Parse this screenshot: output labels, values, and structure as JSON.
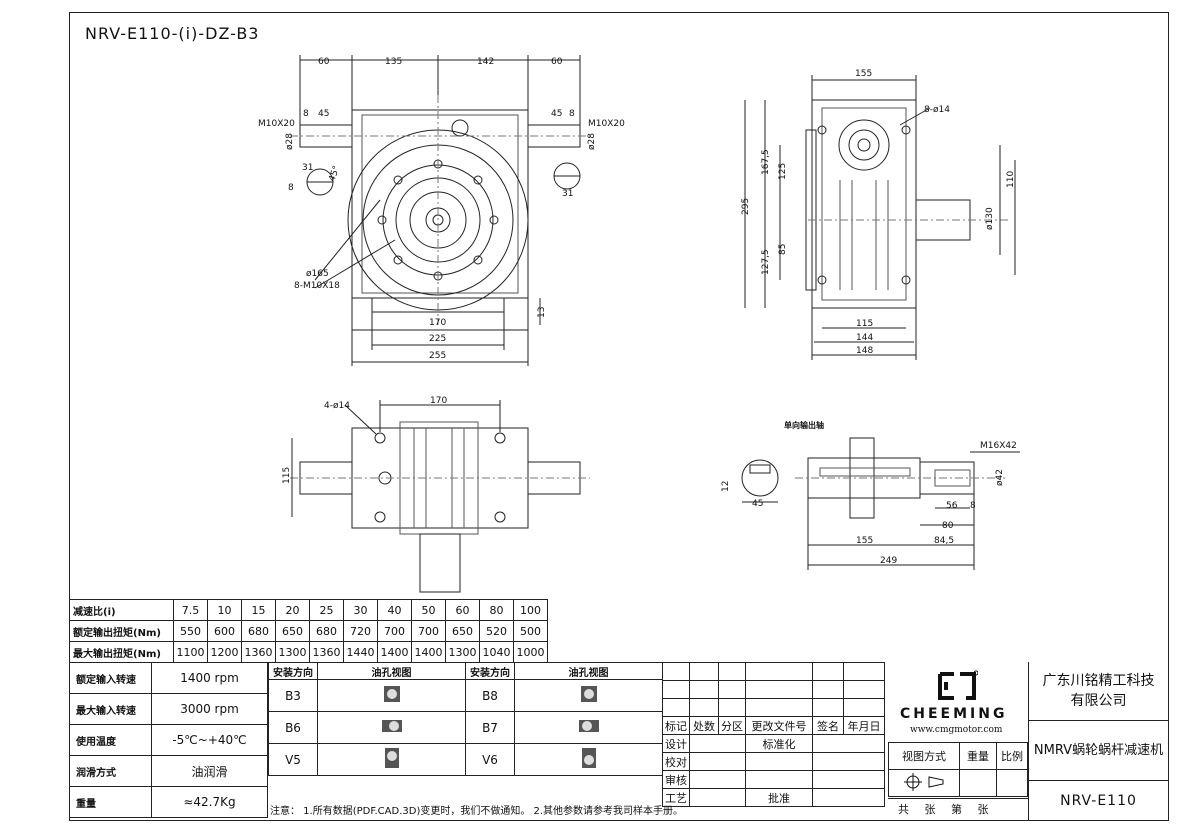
{
  "title": "NRV-E110-(i)-DZ-B3",
  "dims": {
    "top_60_left": "60",
    "top_135": "135",
    "top_142": "142",
    "top_60_right": "60",
    "m10x20_left": "M10X20",
    "d8_left": "8",
    "d45_left": "45",
    "d28_left": "ø28",
    "m10x20_right": "M10X20",
    "d8_right": "8",
    "d45_right": "45",
    "d28_right": "ø28",
    "key31_left": "31",
    "key8_left": "8",
    "angle45": "45°",
    "key31_right": "31",
    "d165": "ø165",
    "bolts": "8-M10X18",
    "b170": "170",
    "b225": "225",
    "b255": "255",
    "b13": "13",
    "s155": "155",
    "s8d14": "8-ø14",
    "s167_5": "167,5",
    "s125": "125",
    "s295": "295",
    "s85": "85",
    "s127_5": "127,5",
    "s110": "110",
    "s130": "ø130",
    "s115": "115",
    "s144": "144",
    "s148": "148",
    "p4d14": "4-ø14",
    "p170": "170",
    "p115": "115",
    "shaft_title": "单向输出轴",
    "m16x42": "M16X42",
    "d42": "ø42",
    "sh12": "12",
    "sh45": "45",
    "sh56": "56",
    "sh8": "8",
    "sh80": "80",
    "sh155": "155",
    "sh84_5": "84,5",
    "sh249": "249"
  },
  "ratio_table": {
    "headers": [
      "减速比(i)",
      "额定输出扭矩(Nm)",
      "最大输出扭矩(Nm)"
    ],
    "ratios": [
      "7.5",
      "10",
      "15",
      "20",
      "25",
      "30",
      "40",
      "50",
      "60",
      "80",
      "100"
    ],
    "rated": [
      "550",
      "600",
      "680",
      "650",
      "680",
      "720",
      "700",
      "700",
      "650",
      "520",
      "500"
    ],
    "max": [
      "1100",
      "1200",
      "1360",
      "1300",
      "1360",
      "1440",
      "1400",
      "1400",
      "1300",
      "1040",
      "1000"
    ]
  },
  "specs": [
    {
      "k": "额定输入转速",
      "v": "1400 rpm"
    },
    {
      "k": "最大输入转速",
      "v": "3000 rpm"
    },
    {
      "k": "使用温度",
      "v": "-5℃~+40℃"
    },
    {
      "k": "润滑方式",
      "v": "油润滑"
    },
    {
      "k": "重量",
      "v": "≈42.7Kg"
    }
  ],
  "mount": {
    "h_dir": "安装方向",
    "h_view": "油孔视图",
    "left": [
      "B3",
      "B6",
      "V5"
    ],
    "right": [
      "B8",
      "B7",
      "V6"
    ]
  },
  "note": "注意： 1.所有数据(PDF.CAD.3D)变更时，我们不做通知。  2.其他参数请参考我司样本手册。",
  "rev": {
    "cols": [
      "标记",
      "处数",
      "分区",
      "更改文件号",
      "签名",
      "年月日"
    ],
    "design": "设计",
    "standard": "标准化",
    "check": "校对",
    "review": "审核",
    "craft": "工艺",
    "approve": "批准"
  },
  "brand": "CHEEMING",
  "url": "www.cmgmotor.com",
  "company": [
    "广东川铭精工科技",
    "有限公司"
  ],
  "info": {
    "view": "视图方式",
    "weight": "重量",
    "scale": "比例"
  },
  "product_name": "NMRV蜗轮蜗杆减速机",
  "part_no": "NRV-E110",
  "sheet": "共 张 第 张"
}
